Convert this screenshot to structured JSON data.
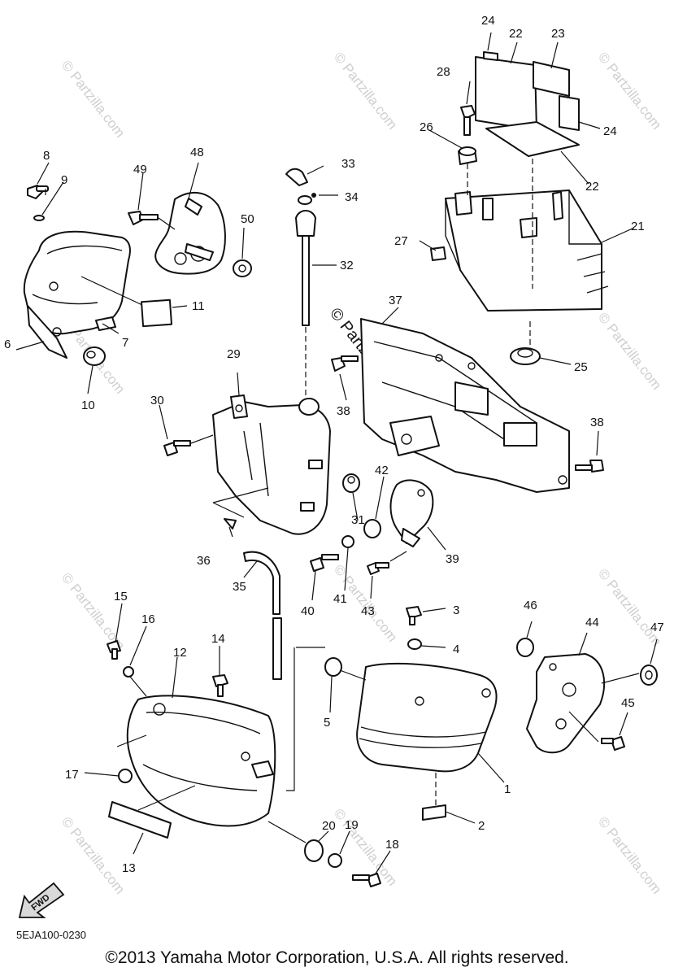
{
  "diagram": {
    "part_numbers": [
      "1",
      "2",
      "3",
      "4",
      "5",
      "6",
      "7",
      "8",
      "9",
      "10",
      "11",
      "12",
      "13",
      "14",
      "15",
      "16",
      "17",
      "18",
      "19",
      "20",
      "21",
      "22",
      "22",
      "23",
      "24",
      "24",
      "25",
      "26",
      "27",
      "28",
      "29",
      "30",
      "31",
      "32",
      "33",
      "34",
      "35",
      "36",
      "37",
      "38",
      "38",
      "39",
      "40",
      "41",
      "42",
      "43",
      "44",
      "45",
      "46",
      "47",
      "48",
      "49",
      "50"
    ],
    "fwd_label": "FWD",
    "watermark": "© Partzilla.com",
    "center_watermark": "© Partzilla.com"
  },
  "drawing_code": "5EJA100-0230",
  "copyright": "©2013 Yamaha Motor Corporation, U.S.A. All rights reserved."
}
